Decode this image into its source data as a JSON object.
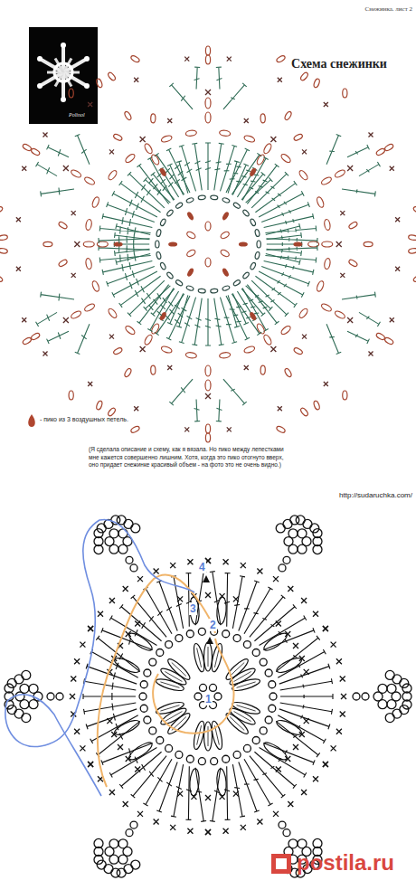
{
  "diagram": {
    "title": "Схема снежинки",
    "labels": [
      "Снежинка. лист 2",
      "Polinol",
      "(Я сделала описание и схему, как я вязала. Но пико между лепестками мне кажется совершенно лишним. Хотя, когда это пико отогнуто вверх, оно придает снежинке красивый объем - на фото это не очень видно.)",
      "http://sudaruchka.com/",
      "1",
      "2",
      "3",
      "4",
      "postila.ru"
    ],
    "legend": [
      {
        "text": "- пико из 3 воздушных петель."
      }
    ]
  }
}
